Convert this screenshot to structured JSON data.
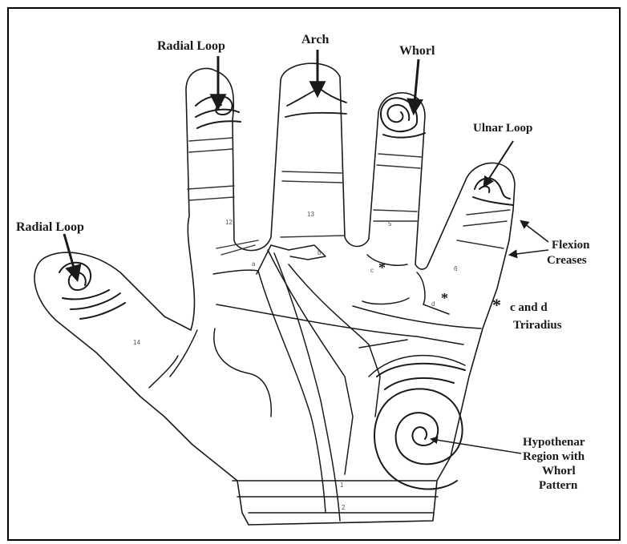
{
  "labels": {
    "radial_loop_top": "Radial Loop",
    "arch": "Arch",
    "whorl": "Whorl",
    "ulnar_loop": "Ulnar Loop",
    "radial_loop_thumb": "Radial Loop",
    "flexion_line1": "Flexion",
    "flexion_line2": "Creases",
    "triradius_star": "*",
    "triradius_line1": "c and d",
    "triradius_line2": "Triradius",
    "hypothenar_line1": "Hypothenar",
    "hypothenar_line2": "Region with",
    "hypothenar_line3": "Whorl",
    "hypothenar_line4": "Pattern"
  },
  "area_numbers": {
    "a12_index": "12",
    "a13_middle": "13",
    "a5_ring": "5",
    "a6_little": "6",
    "a14_thumb": "14",
    "tri_a": "a",
    "tri_b": "b",
    "tri_c": "c",
    "tri_d": "d",
    "a1": "1",
    "a2": "2"
  },
  "colors": {
    "ink": "#1a1a1a",
    "frame": "#000000",
    "paper": "#ffffff"
  }
}
